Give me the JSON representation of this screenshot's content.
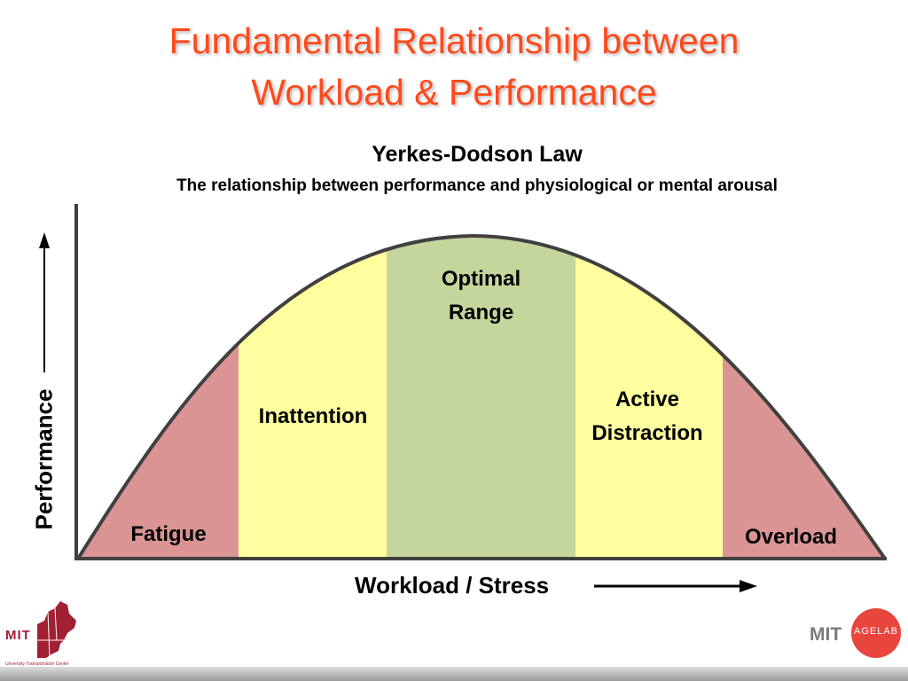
{
  "slide": {
    "title_line1": "Fundamental Relationship between",
    "title_line2": "Workload & Performance",
    "law_title": "Yerkes-Dodson Law",
    "law_subtitle": "The relationship between performance and physiological or mental arousal"
  },
  "axes": {
    "y_label": "Performance",
    "x_label": "Workload / Stress"
  },
  "zones": [
    {
      "id": "fatigue",
      "label_lines": [
        "Fatigue"
      ],
      "color": "#d99493"
    },
    {
      "id": "inattention",
      "label_lines": [
        "Inattention"
      ],
      "color": "#ffff9f"
    },
    {
      "id": "optimal",
      "label_lines": [
        "Optimal",
        "Range"
      ],
      "color": "#c4d69c"
    },
    {
      "id": "distraction",
      "label_lines": [
        "Active",
        "Distraction"
      ],
      "color": "#ffff9f"
    },
    {
      "id": "overload",
      "label_lines": [
        "Overload"
      ],
      "color": "#d99493"
    }
  ],
  "colors": {
    "title": "#ff4a1c",
    "curve": "#404040",
    "axis": "#404040",
    "arrow": "#000000"
  },
  "logos": {
    "left_text": "MIT",
    "left_subtext": "University Transportation Center",
    "right_text": "MIT",
    "right_badge": "AGELAB"
  }
}
